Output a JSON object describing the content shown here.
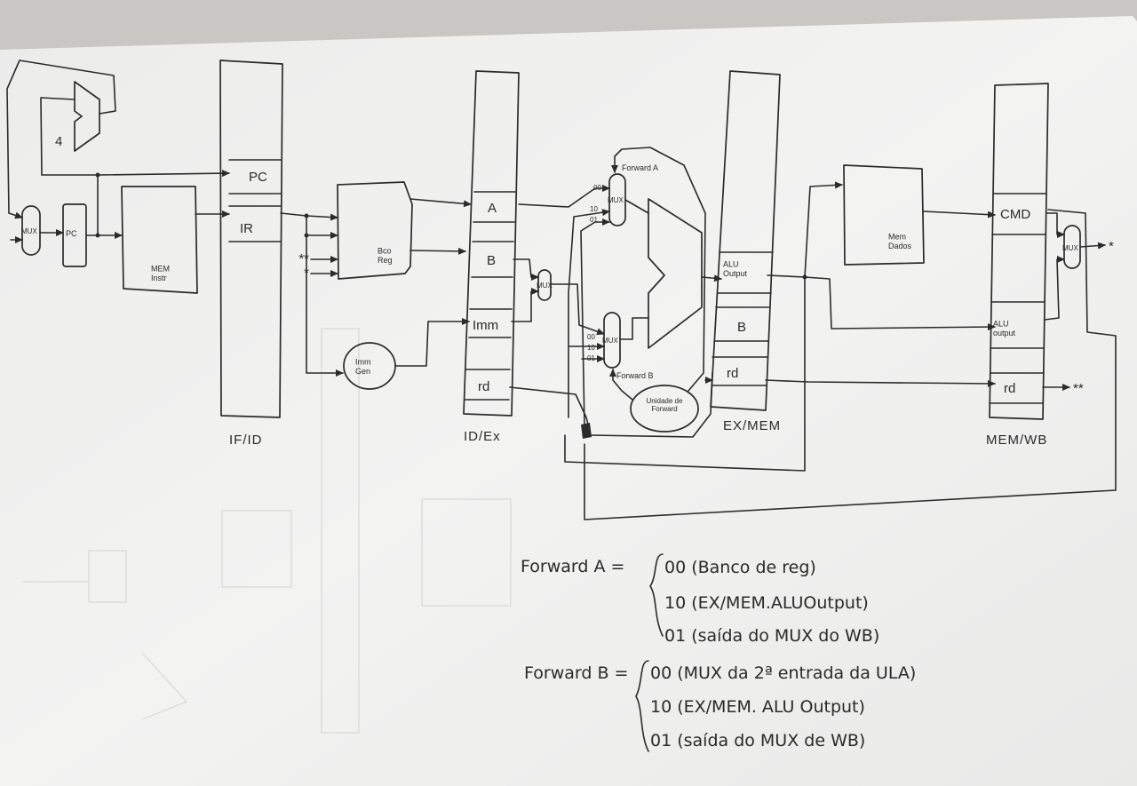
{
  "diagram": {
    "pipeline_registers": {
      "if_id": "IF/ID",
      "id_ex": "ID/Ex",
      "ex_mem": "EX/MEM",
      "mem_wb": "MEM/WB"
    },
    "fields": {
      "pc": "PC",
      "ir": "IR",
      "a": "A",
      "b": "B",
      "imm": "Imm",
      "rd_idex": "rd",
      "alu_output": "ALU Output",
      "b_exmem": "B",
      "rd_exmem": "rd",
      "cmd": "CMD",
      "alu_output_wb": "ALU output",
      "rd_memwb": "rd"
    },
    "blocks": {
      "four": "4",
      "pc_reg": "PC",
      "mem_instr": "MEM Instr",
      "bco_reg": "Bco Reg",
      "imm_gen": "Imm Gen",
      "mem_dados": "Mem Dados",
      "forward_unit": "Unidade de Forward",
      "mux": "MUX"
    },
    "signals": {
      "forward_a": "Forward A",
      "forward_b": "Forward B",
      "mux_a_inputs": [
        "00",
        "10",
        "01"
      ],
      "mux_b_inputs": [
        "00",
        "10",
        "01"
      ],
      "marker_star": "*",
      "marker_double_star": "**"
    },
    "notes": {
      "forward_a": {
        "label": "Forward A =",
        "lines": [
          "00 (Banco de reg)",
          "10 (EX/MEM.ALUOutput)",
          "01 (saída do MUX do WB)"
        ]
      },
      "forward_b": {
        "label": "Forward B =",
        "lines": [
          "00 (MUX da 2ª entrada da ULA)",
          "10 (EX/MEM. ALU Output)",
          "01 (saída do MUX de WB)"
        ]
      }
    }
  }
}
